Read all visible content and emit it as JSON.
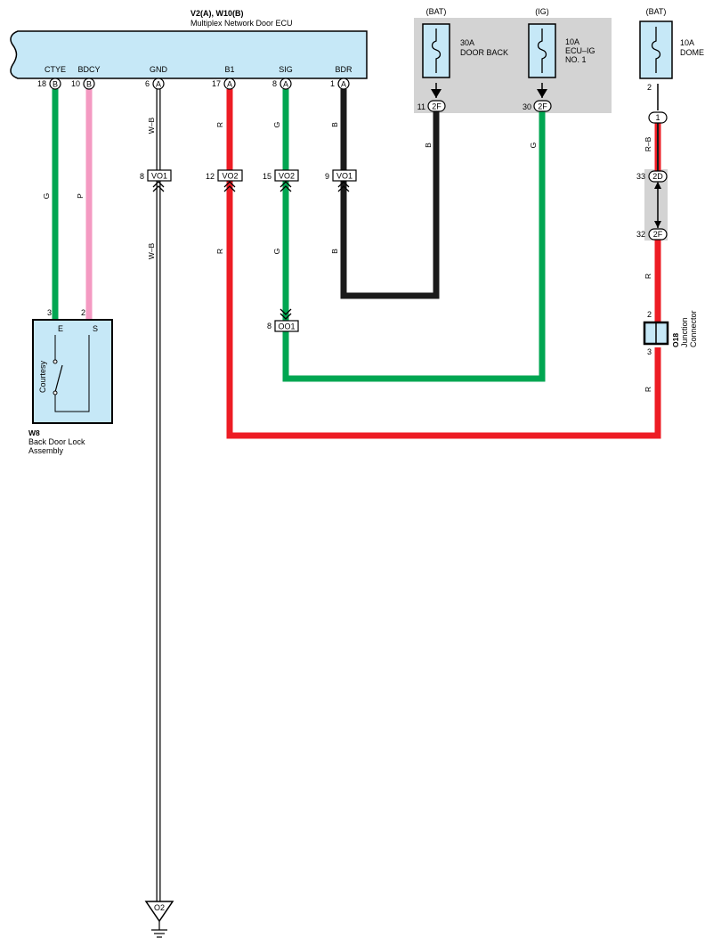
{
  "ecu": {
    "title": "V2(A), W10(B)",
    "subtitle": "Multiplex Network Door ECU",
    "terminals": [
      {
        "name": "CTYE",
        "pin": "18",
        "conn": "B"
      },
      {
        "name": "BDCY",
        "pin": "10",
        "conn": "B"
      },
      {
        "name": "GND",
        "pin": "6",
        "conn": "A"
      },
      {
        "name": "B1",
        "pin": "17",
        "conn": "A"
      },
      {
        "name": "SIG",
        "pin": "8",
        "conn": "A"
      },
      {
        "name": "BDR",
        "pin": "1",
        "conn": "A"
      }
    ]
  },
  "fuses": [
    {
      "source": "(BAT)",
      "rating": "30A",
      "name1": "DOOR BACK",
      "name2": "",
      "pin": "11",
      "conn": "2F"
    },
    {
      "source": "(IG)",
      "rating": "10A",
      "name1": "ECU–IG",
      "name2": "NO. 1",
      "pin": "30",
      "conn": "2F"
    },
    {
      "source": "(BAT)",
      "rating": "10A",
      "name1": "DOME",
      "name2": "",
      "pin": "2",
      "conn": ""
    }
  ],
  "wire_colors": {
    "ctye": "G",
    "bdcy": "P",
    "gnd_top": "W–B",
    "gnd_bottom": "W–B",
    "b1_top": "R",
    "b1_bottom": "R",
    "sig_top": "G",
    "sig_bottom": "G",
    "bdr_top": "B",
    "bdr_bottom": "B",
    "doorback": "B",
    "ecuig": "G",
    "dome_top": "R–B",
    "dome_mid": "R",
    "dome_bottom": "R"
  },
  "inline_connectors": [
    {
      "pin": "8",
      "name": "VO1"
    },
    {
      "pin": "12",
      "name": "VO2"
    },
    {
      "pin": "15",
      "name": "VO2"
    },
    {
      "pin": "9",
      "name": "VO1"
    },
    {
      "pin": "8",
      "name": "OO1"
    }
  ],
  "junction_pins": [
    {
      "pin": "1",
      "conn": ""
    },
    {
      "pin": "33",
      "conn": "2D"
    },
    {
      "pin": "32",
      "conn": "2F"
    }
  ],
  "junction_connector": {
    "id": "O18",
    "line1": "Junction",
    "line2": "Connector",
    "pin_top": "2",
    "pin_bottom": "3"
  },
  "switch": {
    "id": "W8",
    "line1": "Back Door Lock",
    "line2": "Assembly",
    "inner": "Courtesy",
    "pin_e": "3",
    "pin_s": "2",
    "term_e": "E",
    "term_s": "S"
  },
  "ground": {
    "id": "O2"
  },
  "colors": {
    "component_fill": "#c6e8f7",
    "green_wire": "#00a651",
    "pink_wire": "#f49ac2",
    "red_wire": "#ed1c24",
    "black_wire": "#1a1a1a",
    "relay_box": "#d3d3d3"
  }
}
